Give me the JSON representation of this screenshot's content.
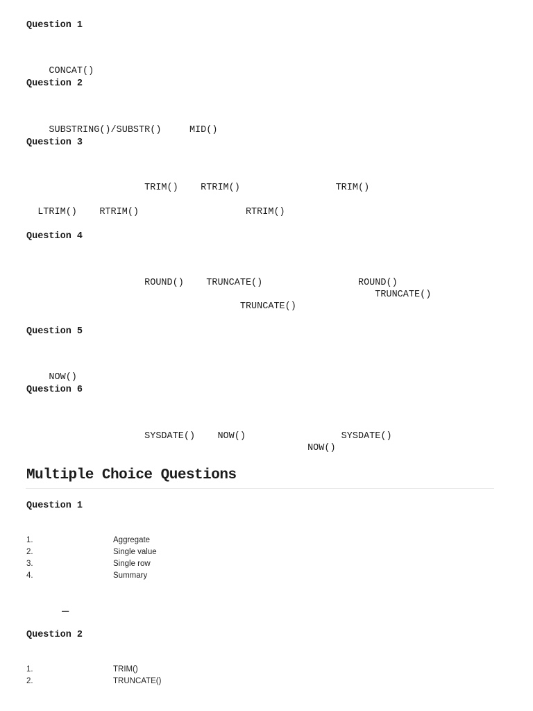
{
  "colors": {
    "background": "#ffffff",
    "text": "#1b1b1b",
    "divider": "#e9e9e9"
  },
  "worked_questions": [
    {
      "heading": "Question 1",
      "lines": [
        "    CONCAT()"
      ]
    },
    {
      "heading": "Question 2",
      "lines": [
        "    SUBSTRING()/SUBSTR()     MID()"
      ]
    },
    {
      "heading": "Question 3",
      "lines": [
        "                     TRIM()    RTRIM()                 TRIM()",
        "  LTRIM()    RTRIM()                   RTRIM()"
      ]
    },
    {
      "heading": "Question 4",
      "lines": [
        "                     ROUND()    TRUNCATE()                 ROUND()",
        "                                                              TRUNCATE()",
        "                                      TRUNCATE()"
      ]
    },
    {
      "heading": "Question 5",
      "lines": [
        "    NOW()"
      ]
    },
    {
      "heading": "Question 6",
      "lines": [
        "                     SYSDATE()    NOW()                 SYSDATE()",
        "                                                  NOW()"
      ]
    }
  ],
  "mcq": {
    "title": "Multiple Choice Questions",
    "questions": [
      {
        "heading": "Question 1",
        "options": [
          {
            "num": "1.",
            "label": "Aggregate"
          },
          {
            "num": "2.",
            "label": "Single value"
          },
          {
            "num": "3.",
            "label": "Single row"
          },
          {
            "num": "4.",
            "label": "Summary"
          }
        ],
        "answer_blank": "—"
      },
      {
        "heading": "Question 2",
        "options": [
          {
            "num": "1.",
            "label": "TRIM()"
          },
          {
            "num": "2.",
            "label": "TRUNCATE()"
          }
        ]
      }
    ]
  }
}
